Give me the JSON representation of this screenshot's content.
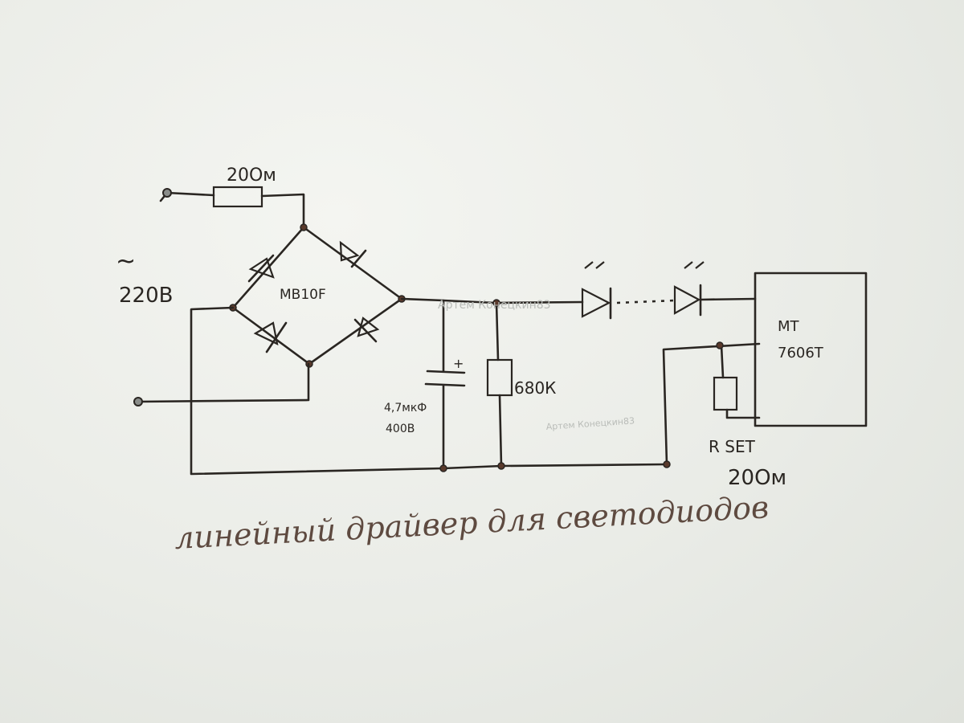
{
  "diagram": {
    "labels": {
      "input_resistor": "20Ом",
      "ac_symbol": "~",
      "ac_voltage": "220В",
      "bridge": "MB10F",
      "capacitor_value": "4,7мкФ",
      "capacitor_voltage": "400В",
      "capacitor_polarity": "+",
      "bleeder_resistor": "680К",
      "led_mark_1": "ᐟᐟ",
      "led_mark_2": "ᐟᐟ",
      "ic_line1": "МТ",
      "ic_line2": "7606Т",
      "rset_label": "R SET",
      "rset_value": "20Ом",
      "title": "линейный драйвер для светодиодов",
      "watermark_1": "Артем Конецкин83",
      "watermark_2": "Артем Конецкин83"
    }
  }
}
